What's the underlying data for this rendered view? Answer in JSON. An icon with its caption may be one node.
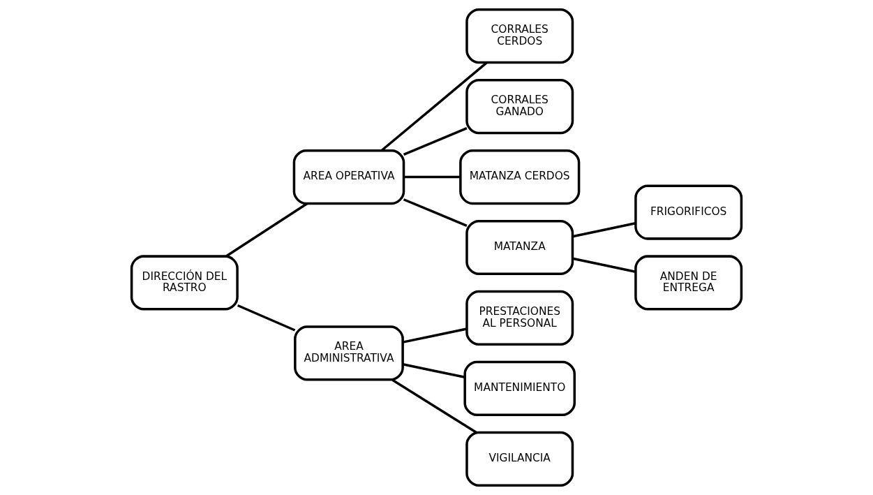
{
  "diagram": {
    "nodes": [
      {
        "text": [
          "DIRECCIÓN DEL RASTRO"
        ]
      },
      {
        "text": [
          "AREA OPERATIVA"
        ]
      },
      {
        "text": [
          "AREA ADMINISTRATIVA"
        ]
      },
      {
        "text": [
          "CORRALES CERDOS"
        ]
      },
      {
        "text": [
          "CORRALES GANADO"
        ]
      },
      {
        "text": [
          "MATANZA CERDOS"
        ]
      },
      {
        "text": [
          "MATANZA"
        ]
      },
      {
        "text": [
          "FRIGORIFICOS"
        ]
      },
      {
        "text": [
          "ANDEN DE ENTREGA"
        ]
      },
      {
        "text": [
          "PRESTACIONES AL PERSONAL"
        ]
      },
      {
        "text": [
          "MANTENIMIENTO"
        ]
      },
      {
        "text": [
          "VIGILANCIA"
        ]
      }
    ],
    "edges": [
      {
        "from": 0,
        "to": 1,
        "arrow": "none"
      },
      {
        "from": 0,
        "to": 2,
        "arrow": "none"
      },
      {
        "from": 1,
        "to": 3,
        "arrow": "none"
      },
      {
        "from": 1,
        "to": 4,
        "arrow": "none"
      },
      {
        "from": 1,
        "to": 5,
        "arrow": "none"
      },
      {
        "from": 1,
        "to": 6,
        "arrow": "none"
      },
      {
        "from": 6,
        "to": 7,
        "arrow": "none"
      },
      {
        "from": 6,
        "to": 8,
        "arrow": "none"
      },
      {
        "from": 2,
        "to": 9,
        "arrow": "none"
      },
      {
        "from": 2,
        "to": 10,
        "arrow": "none"
      },
      {
        "from": 2,
        "to": 11,
        "arrow": "none"
      }
    ]
  }
}
